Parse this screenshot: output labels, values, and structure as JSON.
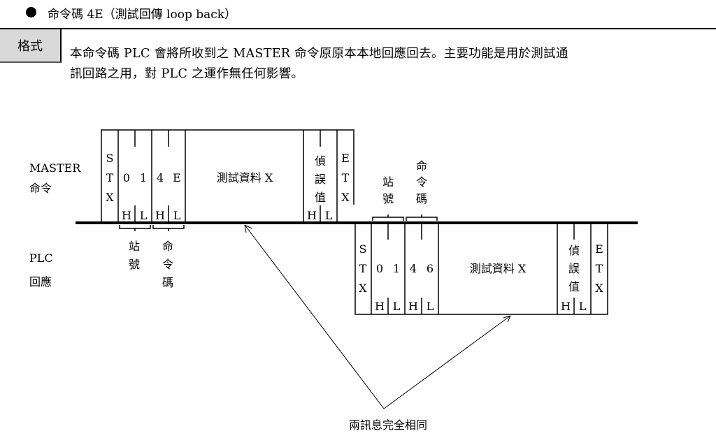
{
  "heading": "命令碼 4E（測試回傳 loop back）",
  "format_label": "格式",
  "description": [
    "本命令碼 PLC 會將所收到之 MASTER 命令原原本本地回應回去。主要功能是用於測試通",
    "訊回路之用，對 PLC 之運作無任何影響。"
  ],
  "master": {
    "label": [
      "MASTER",
      "命令"
    ],
    "stx": [
      "S",
      "T",
      "X"
    ],
    "station": [
      "0",
      "1"
    ],
    "command": [
      "4",
      "E"
    ],
    "data": "測試資料 X",
    "checksum": [
      "偵",
      "誤",
      "值"
    ],
    "etx": [
      "E",
      "T",
      "X"
    ],
    "h": "H",
    "l": "L",
    "station_label": [
      "站",
      "號"
    ],
    "command_label": [
      "命",
      "令",
      "碼"
    ]
  },
  "plc": {
    "label": [
      "PLC",
      "回應"
    ],
    "stx": [
      "S",
      "T",
      "X"
    ],
    "station": [
      "0",
      "1"
    ],
    "command": [
      "4",
      "6"
    ],
    "data": "測試資料 X",
    "checksum": [
      "偵",
      "誤",
      "值"
    ],
    "etx": [
      "E",
      "T",
      "X"
    ],
    "h": "H",
    "l": "L",
    "station_label": [
      "站",
      "號"
    ],
    "command_label": [
      "命",
      "令",
      "碼"
    ]
  },
  "note": "兩訊息完全相同"
}
